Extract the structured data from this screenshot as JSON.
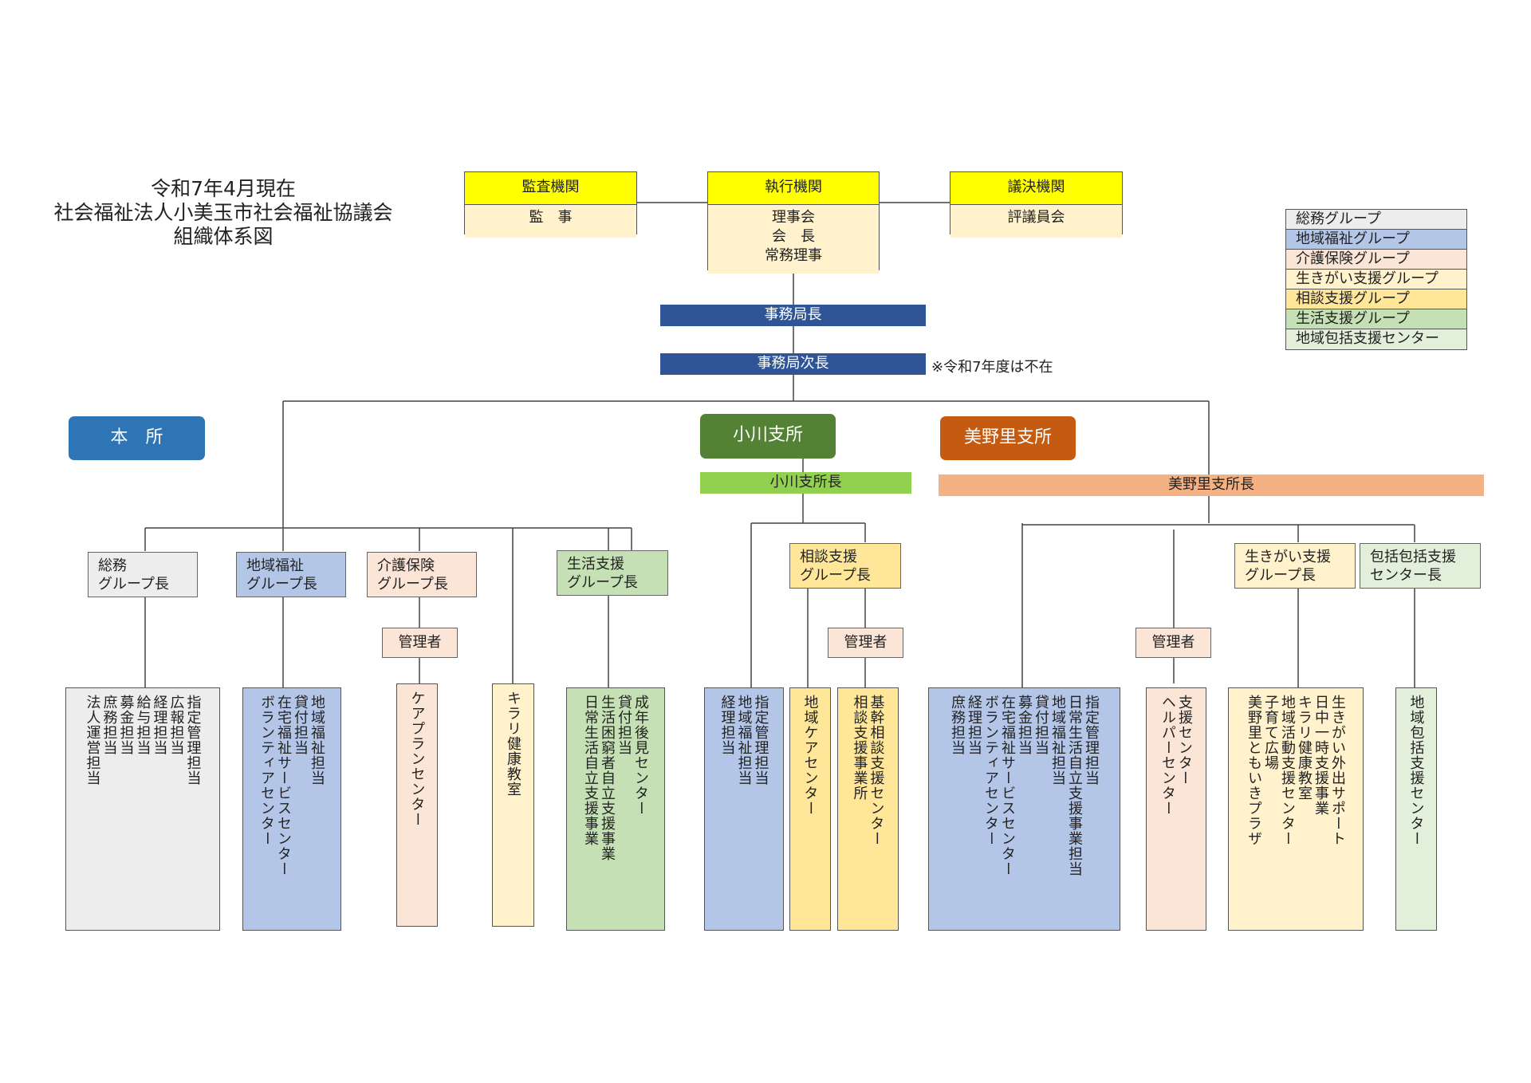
{
  "title": {
    "line1": "令和7年4月現在",
    "line2": "社会福祉法人小美玉市社会福祉協議会",
    "line3": "組織体系図"
  },
  "colors": {
    "header": "#ffff00",
    "body": "#fff2cc",
    "soumu": "#ededed",
    "chiiki": "#b4c6e7",
    "kaigo": "#fbe5d6",
    "ikigai": "#fff2cc",
    "soudan": "#ffe699",
    "seikatsu": "#c5e0b4",
    "houkatsu": "#e2efda",
    "bar_navy": "#2f5597",
    "honsho": "#2e75b6",
    "ogawa": "#548235",
    "ogawa_bar": "#92d050",
    "minori": "#c55a11",
    "minori_bar": "#f4b183"
  },
  "organs": {
    "audit": {
      "header": "監査機関",
      "body": [
        "監　事"
      ]
    },
    "exec": {
      "header": "執行機関",
      "body": [
        "理事会",
        "会　長",
        "常務理事"
      ]
    },
    "council": {
      "header": "議決機関",
      "body": [
        "評議員会"
      ]
    }
  },
  "bars": {
    "director": "事務局長",
    "deputy": "事務局次長",
    "note": "※令和7年度は不在",
    "ogawa_head": "小川支所長",
    "minori_head": "美野里支所長"
  },
  "offices": {
    "honsho": "本　所",
    "ogawa": "小川支所",
    "minori": "美野里支所"
  },
  "legend": [
    {
      "label": "総務グループ",
      "color": "#ededed"
    },
    {
      "label": "地域福祉グループ",
      "color": "#b4c6e7"
    },
    {
      "label": "介護保険グループ",
      "color": "#fbe5d6"
    },
    {
      "label": "生きがい支援グループ",
      "color": "#fff2cc"
    },
    {
      "label": "相談支援グループ",
      "color": "#ffe699"
    },
    {
      "label": "生活支援グループ",
      "color": "#c5e0b4"
    },
    {
      "label": "地域包括支援センター",
      "color": "#e2efda"
    }
  ],
  "group_heads": {
    "soumu": "総務\nグループ長",
    "chiiki": "地域福祉\nグループ長",
    "kaigo": "介護保険\nグループ長",
    "seikatsu": "生活支援\nグループ長",
    "soudan": "相談支援\nグループ長",
    "ikigai": "生きがい支援\nグループ長",
    "houkatsu": "包括包括支援\nセンター長"
  },
  "managers": {
    "kaigo": "管理者",
    "soudan": "管理者",
    "minori": "管理者"
  },
  "units": {
    "soumu": [
      "指定管理担当",
      "広報担当",
      "経理担当",
      "給与担当",
      "募金担当",
      "庶務担当",
      "法人運営担当"
    ],
    "chiiki": [
      "地域福祉担当",
      "貸付担当",
      "在宅福祉サービスセンター",
      "ボランティアセンター"
    ],
    "careplan": [
      "ケアプランセンター"
    ],
    "kirari": [
      "キラリ健康教室"
    ],
    "seikatsu": [
      "成年後見センター",
      "貸付担当",
      "生活困窮者自立支援事業",
      "日常生活自立支援事業"
    ],
    "ogawa_chiiki": [
      "指定管理担当",
      "地域福祉担当",
      "経理担当"
    ],
    "ogawa_care": [
      "地域ケアセンター"
    ],
    "ogawa_soudan": [
      "基幹相談支援センター",
      "相談支援事業所"
    ],
    "minori_chiiki": [
      "指定管理担当",
      "日常生活自立支援事業担当",
      "地域福祉担当",
      "貸付担当",
      "募金担当",
      "在宅福祉サービスセンター",
      "ボランティアセンター",
      "経理担当",
      "庶務担当"
    ],
    "minori_helper": [
      "支援センター",
      "ヘルパーセンター"
    ],
    "minori_ikigai": [
      "生きがい外出サポート",
      "日中一時支援事業",
      "キラリ健康教室",
      "地域活動支援センター",
      "子育て広場",
      "美野里ともいきプラザ"
    ],
    "minori_houkatsu": [
      "地域包括支援センター"
    ]
  }
}
